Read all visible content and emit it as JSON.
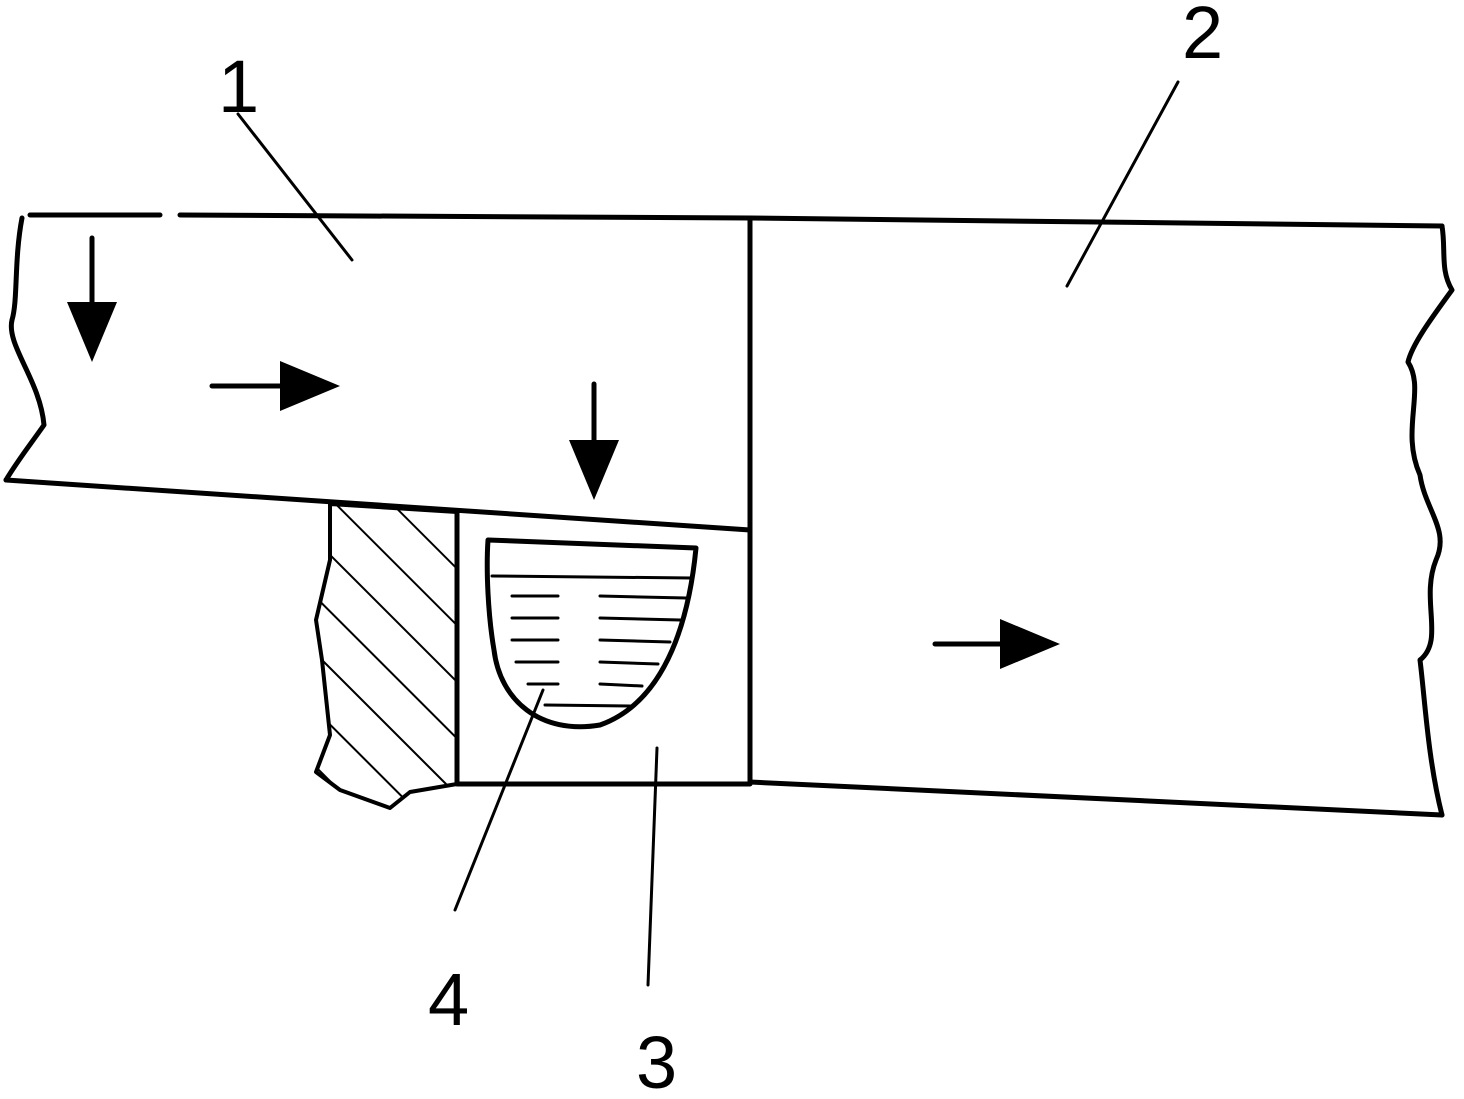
{
  "labels": {
    "part1": "1",
    "part2": "2",
    "part3": "3",
    "part4": "4"
  },
  "colors": {
    "line": "#000000",
    "background": "#ffffff"
  }
}
